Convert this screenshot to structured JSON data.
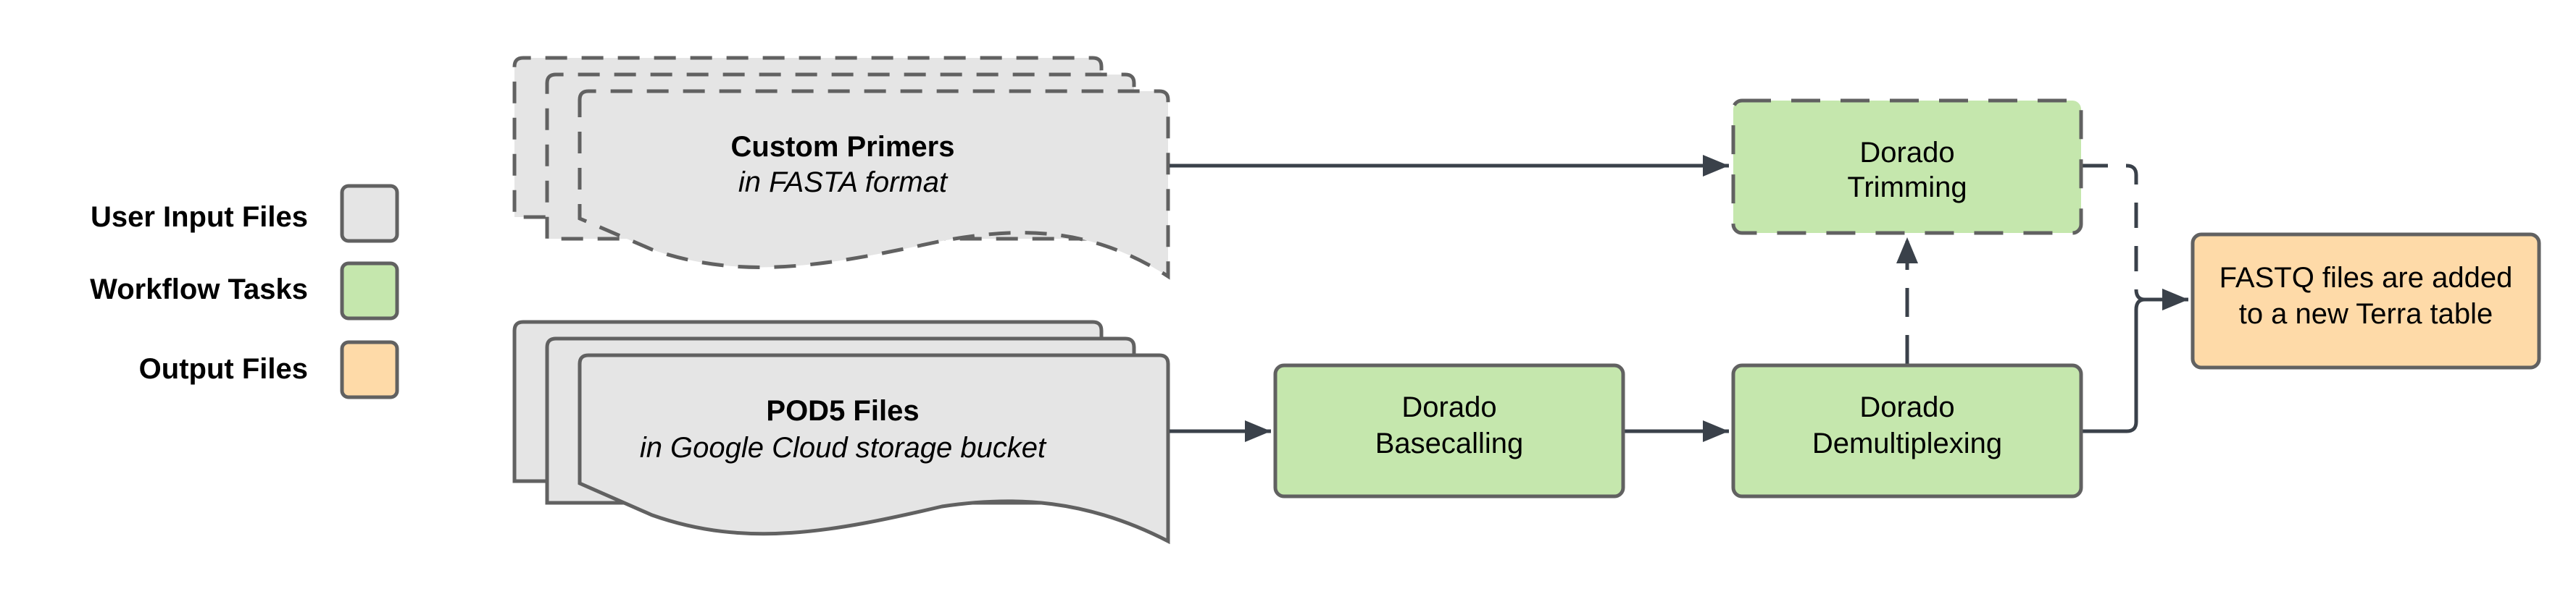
{
  "legend": {
    "items": [
      {
        "label": "User Input Files",
        "color": "#e5e5e5"
      },
      {
        "label": "Workflow Tasks",
        "color": "#c5e7ad"
      },
      {
        "label": "Output Files",
        "color": "#fedaa8"
      }
    ]
  },
  "colors": {
    "border": "#616161",
    "connector": "#3a414a",
    "input_fill": "#e5e5e5",
    "task_fill": "#c5e7ad",
    "output_fill": "#fedaa8"
  },
  "nodes": {
    "custom_primers": {
      "title": "Custom Primers",
      "subtitle": "in FASTA format",
      "optional": true
    },
    "pod5_files": {
      "title": "POD5 Files",
      "subtitle": "in Google Cloud storage bucket",
      "optional": false
    },
    "basecalling": {
      "line1": "Dorado",
      "line2": "Basecalling"
    },
    "demultiplexing": {
      "line1": "Dorado",
      "line2": "Demultiplexing"
    },
    "trimming": {
      "line1": "Dorado",
      "line2": "Trimming",
      "optional": true
    },
    "output": {
      "line1": "FASTQ files are added",
      "line2": "to a new Terra table"
    }
  },
  "edges": [
    {
      "from": "custom_primers",
      "to": "trimming",
      "style": "solid"
    },
    {
      "from": "pod5_files",
      "to": "basecalling",
      "style": "solid"
    },
    {
      "from": "basecalling",
      "to": "demultiplexing",
      "style": "solid"
    },
    {
      "from": "demultiplexing",
      "to": "trimming",
      "style": "dashed"
    },
    {
      "from": "trimming",
      "to": "output",
      "style": "dashed"
    },
    {
      "from": "demultiplexing",
      "to": "output",
      "style": "solid"
    }
  ]
}
